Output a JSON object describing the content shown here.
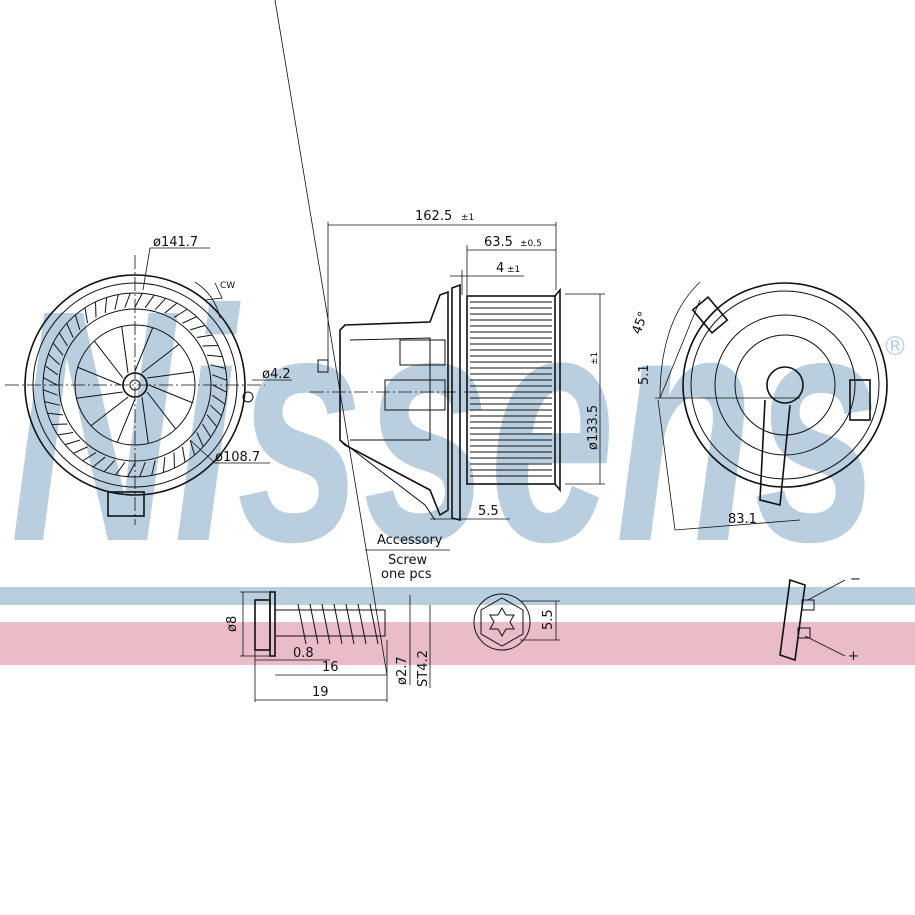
{
  "watermark": {
    "brand": "Nissens",
    "registered_mark": "®",
    "color": "#b9cfe0"
  },
  "bands": {
    "blue": "#b9cfe0",
    "pink": "#e9bcc7"
  },
  "front_view": {
    "outer_diameter": "ø141.7",
    "inner_diameter": "ø108.7",
    "hole_diameter": "ø4.2",
    "rotation": "CW"
  },
  "side_view": {
    "overall_length": "162.5",
    "overall_tol": "±1",
    "wheel_length": "63.5",
    "wheel_tol": "±0.5",
    "gap": "4",
    "gap_tol": "±1",
    "wheel_diameter": "ø133.5",
    "diameter_tol": "±1",
    "flange": "5.5"
  },
  "rear_view": {
    "angle": "45°",
    "offset": "5.1",
    "arm_length": "83.1"
  },
  "accessory": {
    "title": "Accessory",
    "item": "Screw",
    "quantity": "one pcs"
  },
  "screw": {
    "head_diameter": "ø8",
    "washer": "0.8",
    "thread_length": "16",
    "total_length": "19",
    "core_diameter": "ø2.7",
    "thread_size": "ST4.2",
    "drive_size": "5.5"
  },
  "connector": {
    "minus": "−",
    "plus": "+"
  }
}
